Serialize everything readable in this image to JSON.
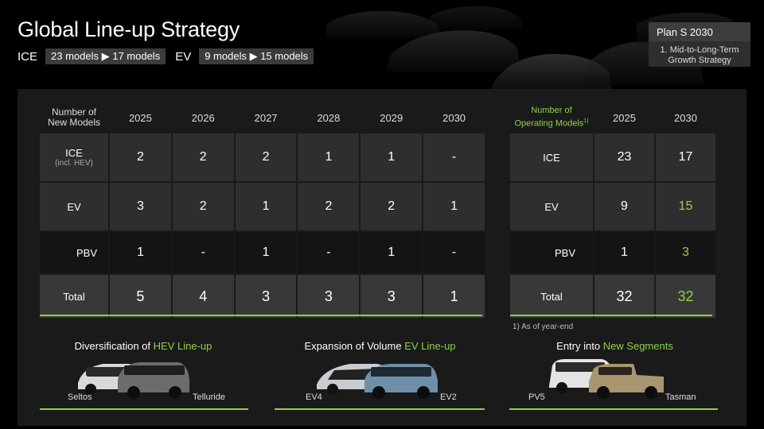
{
  "header": {
    "title": "Global Line-up Strategy",
    "ice_label": "ICE",
    "ice_models": "23 models ▶ 17 models",
    "ev_label": "EV",
    "ev_models": "9 models ▶ 15 models"
  },
  "plan": {
    "title": "Plan S 2030",
    "subtitle_line1": "1. Mid-to-Long-Term",
    "subtitle_line2": "Growth Strategy"
  },
  "new_models": {
    "corner_line1": "Number of",
    "corner_line2": "New Models",
    "years": [
      "2025",
      "2026",
      "2027",
      "2028",
      "2029",
      "2030"
    ],
    "rows": [
      {
        "label": "ICE",
        "sublabel": "(incl. HEV)",
        "values": [
          "2",
          "2",
          "2",
          "1",
          "1",
          "-"
        ]
      },
      {
        "label": "EV",
        "values": [
          "3",
          "2",
          "1",
          "2",
          "2",
          "1"
        ]
      },
      {
        "label": "PBV",
        "values": [
          "1",
          "-",
          "1",
          "-",
          "1",
          "-"
        ]
      },
      {
        "label": "Total",
        "values": [
          "5",
          "4",
          "3",
          "3",
          "3",
          "1"
        ]
      }
    ]
  },
  "operating_models": {
    "corner_line1": "Number of",
    "corner_line2": "Operating Models",
    "corner_sup": "1)",
    "years": [
      "2025",
      "2030"
    ],
    "rows": [
      {
        "label": "ICE",
        "values": [
          "23",
          "17"
        ]
      },
      {
        "label": "EV",
        "values": [
          "9",
          "15"
        ]
      },
      {
        "label": "PBV",
        "values": [
          "1",
          "3"
        ]
      },
      {
        "label": "Total",
        "values": [
          "32",
          "32"
        ]
      }
    ],
    "footnote": "1) As of year-end"
  },
  "strategies": [
    {
      "prefix": "Diversification of ",
      "highlight": "HEV Line-up",
      "suffix": "",
      "left_caption": "Seltos",
      "right_caption": "Telluride"
    },
    {
      "prefix": "Expansion of Volume ",
      "highlight": "EV Line-up",
      "suffix": "",
      "left_caption": "EV4",
      "right_caption": "EV2"
    },
    {
      "prefix": "Entry into ",
      "highlight": "New Segments",
      "suffix": "",
      "left_caption": "PV5",
      "right_caption": "Tasman"
    }
  ],
  "colors": {
    "accent": "#8ed14a",
    "background": "#000000",
    "panel": "#1a1a1a",
    "cell": "#2e2e2e"
  }
}
